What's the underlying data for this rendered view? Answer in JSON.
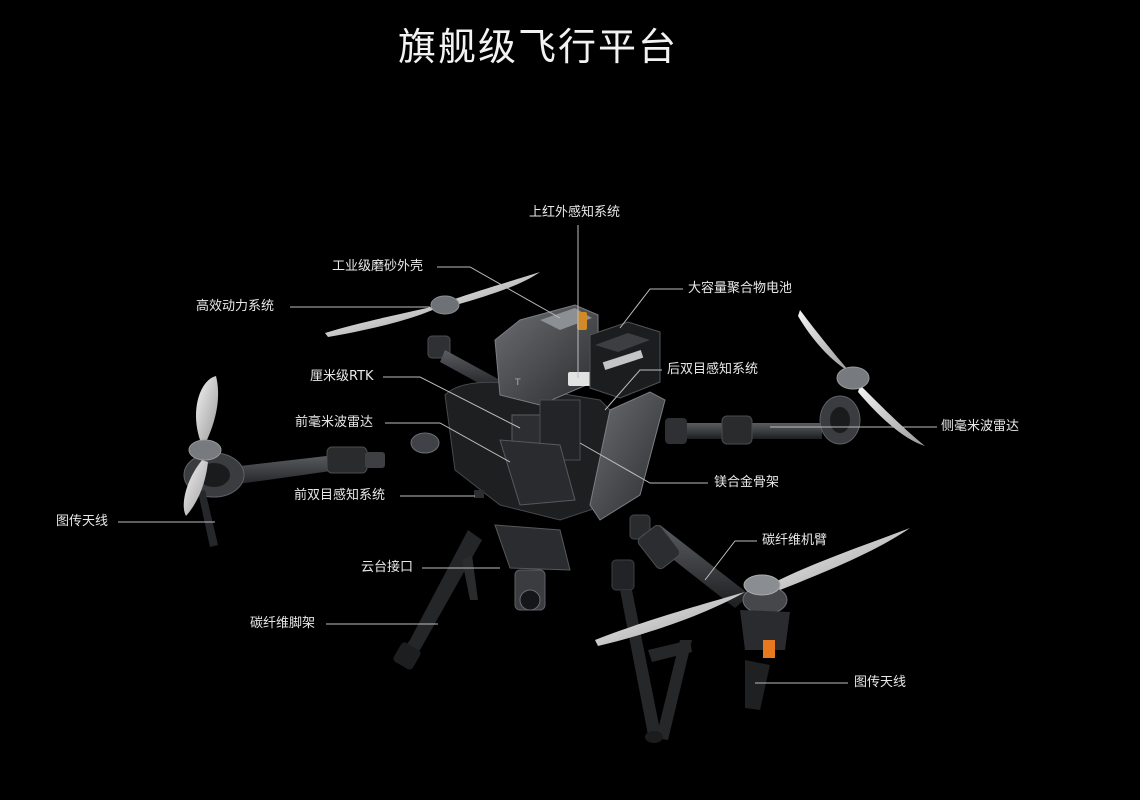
{
  "title": "旗舰级飞行平台",
  "callouts": {
    "upper_infrared": "上红外感知系统",
    "industrial_shell": "工业级磨砂外壳",
    "power_system": "高效动力系统",
    "battery": "大容量聚合物电池",
    "rear_vision": "后双目感知系统",
    "rtk": "厘米级RTK",
    "front_radar": "前毫米波雷达",
    "side_radar": "侧毫米波雷达",
    "frame": "镁合金骨架",
    "front_vision": "前双目感知系统",
    "antenna_left": "图传天线",
    "carbon_arm": "碳纤维机臂",
    "gimbal_port": "云台接口",
    "carbon_legs": "碳纤维脚架",
    "antenna_right": "图传天线"
  },
  "colors": {
    "background": "#000000",
    "line": "#bdbdbd",
    "body_dark": "#2e2e30",
    "body_mid": "#55585c",
    "accent_orange": "#e8781e"
  }
}
